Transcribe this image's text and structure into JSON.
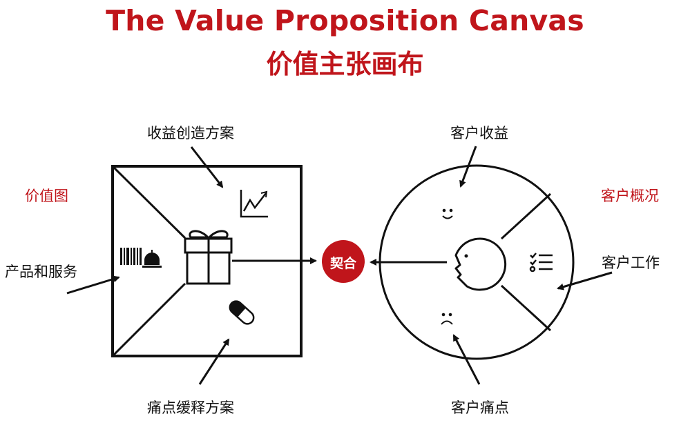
{
  "title": {
    "english": "The Value Proposition Canvas",
    "chinese": "价值主张画布"
  },
  "value_map": {
    "name": "价值图",
    "gain_creators": "收益创造方案",
    "products_services": "产品和服务",
    "pain_relievers": "痛点缓释方案"
  },
  "customer_profile": {
    "name": "客户概况",
    "gains": "客户收益",
    "jobs": "客户工作",
    "pains": "客户痛点"
  },
  "fit": {
    "label": "契合"
  },
  "colors": {
    "accent": "#c0151b",
    "line": "#111111"
  },
  "icons": [
    "chart-icon",
    "barcode-bell-icon",
    "gift-icon",
    "pill-icon",
    "smile-icon",
    "frown-icon",
    "checklist-icon",
    "face-icon"
  ]
}
